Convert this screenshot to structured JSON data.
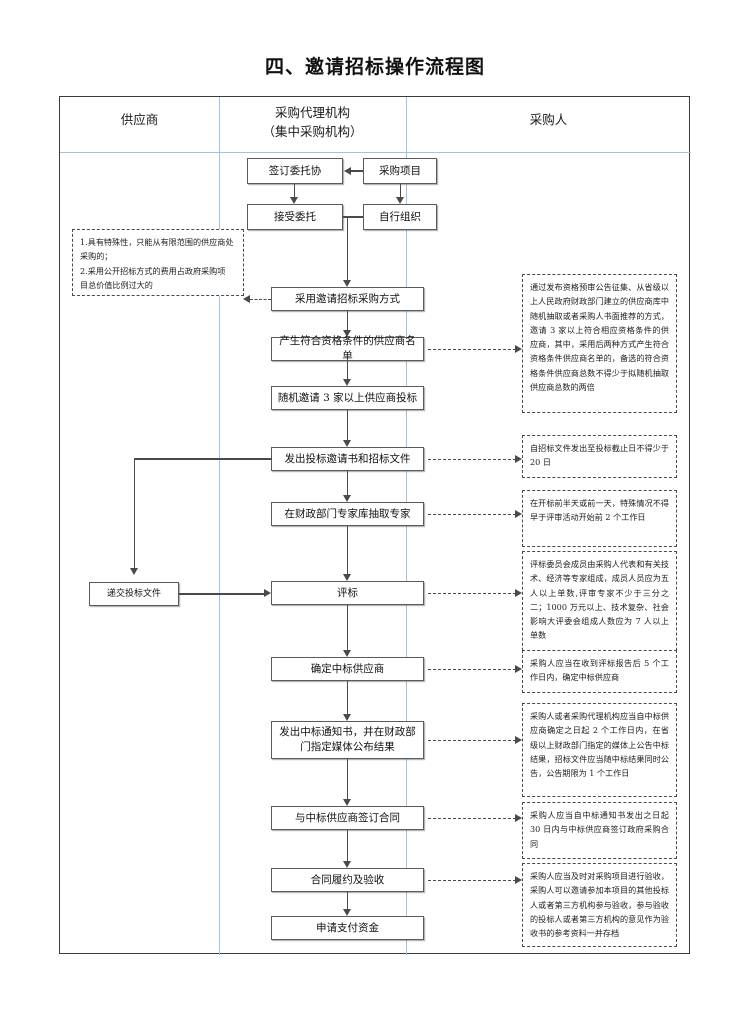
{
  "title": "四、邀请招标操作流程图",
  "columns": [
    {
      "label": "供应商"
    },
    {
      "label": "采购代理机构\n（集中采购机构）",
      "line1": "采购代理机构",
      "line2": "（集中采购机构）"
    },
    {
      "label": "采购人"
    }
  ],
  "boxes": {
    "sign_entrust": "签订委托协",
    "procurement_project": "采购项目",
    "accept_entrust": "接受委托",
    "self_organize": "自行组织",
    "adopt_invite": "采用邀请招标采购方式",
    "qualified_list": "产生符合资格条件的供应商名单",
    "invite_three": "随机邀请 3 家以上供应商投标",
    "issue_invitation": "发出投标邀请书和招标文件",
    "draw_experts": "在财政部门专家库抽取专家",
    "submit_bid": "递交投标文件",
    "evaluate": "评标",
    "determine_winner": "确定中标供应商",
    "issue_notice": "发出中标通知书，并在财政部门指定媒体公布结果",
    "sign_contract": "与中标供应商签订合同",
    "perform_accept": "合同履约及验收",
    "apply_payment": "申请支付资金"
  },
  "notes": {
    "left_conditions": "1.具有特殊性，只能从有限范围的供应商处采购的；\n2.采用公开招标方式的费用占政府采购项目总价值比例过大的",
    "left_conditions_l1": "1.具有特殊性，只能从有限范围的供应商处",
    "left_conditions_l2": "采购的；",
    "left_conditions_l3": "2.采用公开招标方式的费用占政府采购项",
    "left_conditions_l4": "目总价值比例过大的",
    "qualified_list_note": "通过发布资格预审公告征集、从省级以上人民政府财政部门建立的供应商库中随机抽取或者采购人书面推荐的方式，邀请 3 家以上符合相应资格条件的供应商，其中，采用后两种方式产生符合资格条件供应商名单的，备选的符合资格条件供应商总数不得少于拟随机抽取供应商总数的两倍",
    "invitation_note": "自招标文件发出至投标截止日不得少于 20 日",
    "experts_note": "在开标前半天或前一天，特殊情况不得早于评审活动开始前 2 个工作日",
    "evaluation_note": "评标委员会成员由采购人代表和有关技术、经济等专家组成，成员人员应为五人以上单数,评审专家不少于三分之二；1000 万元以上、技术复杂、社会影响大评委会组成人数应为 7 人以上单数",
    "winner_note": "采购人应当在收到评标报告后 5 个工作日内，确定中标供应商",
    "notice_note": "采购人或者采购代理机构应当自中标供应商确定之日起 2 个工作日内，在省级以上财政部门指定的媒体上公告中标结果，招标文件应当随中标结果同时公告，公告期限为 1 个工作日",
    "contract_note": "采购人应当自中标通知书发出之日起 30 日内与中标供应商签订政府采购合同",
    "acceptance_note": "采购人应当及时对采购项目进行验收，采购人可以邀请参加本项目的其他投标人或者第三方机构参与验收，参与验收的投标人或者第三方机构的意见作为验收书的参考资料一并存档"
  },
  "colors": {
    "frame_border": "#3b3b3b",
    "divider": "#9dc3e6",
    "box_border": "#5b5b5b",
    "connector": "#4a4a4a",
    "text": "#1a1a1a",
    "background": "#ffffff"
  }
}
